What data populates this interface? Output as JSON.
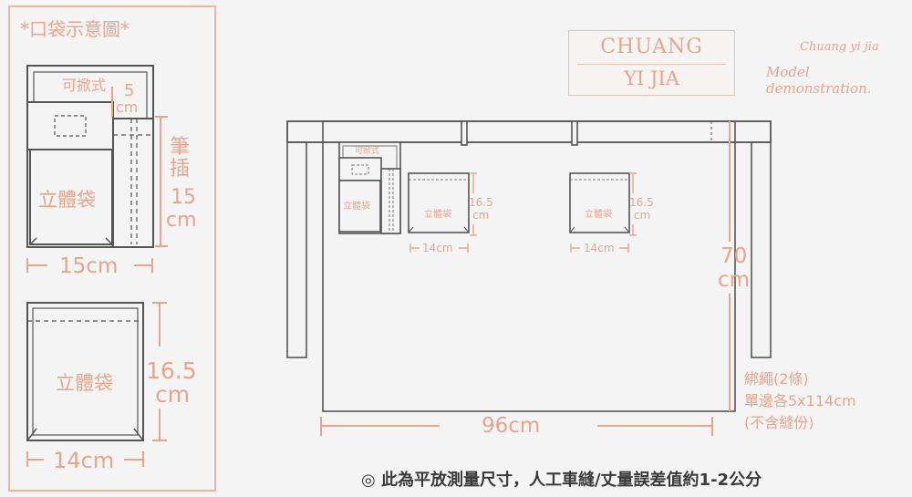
{
  "legend": {
    "title": "*口袋示意圖*",
    "flap_label": "可掀式",
    "flap_dim": "5",
    "flap_dim_unit": "cm",
    "pen_label": "筆",
    "pen_label2": "插",
    "pen_dim": "15",
    "pen_unit": "cm",
    "pocket1_label": "立體袋",
    "pocket1_width": "15cm",
    "pocket2_label": "立體袋",
    "pocket2_height": "16.5",
    "pocket2_height_unit": "cm",
    "pocket2_width": "14cm"
  },
  "logo": {
    "line1": "CHUANG",
    "line2": "YI JIA",
    "caption1": "Chuang yi jia",
    "caption2": "Model demonstration."
  },
  "apron": {
    "flap_label": "可掀式",
    "left_pocket_label": "立體袋",
    "mid_pocket_label": "立體袋",
    "mid_pocket_height": "16.5",
    "mid_pocket_height_unit": "cm",
    "mid_pocket_width": "14cm",
    "right_pocket_label": "立體袋",
    "right_pocket_height": "16.5",
    "right_pocket_height_unit": "cm",
    "right_pocket_width": "14cm",
    "length_value": "70",
    "length_unit": "cm",
    "width_value": "96cm",
    "tie_line1": "綁繩(2條)",
    "tie_line2": "單邊各5x114cm",
    "tie_line3": "(不含縫份)"
  },
  "footer": {
    "note": "◎ 此為平放測量尺寸，人工車縫/丈量誤差值約1-2公分"
  },
  "colors": {
    "accent": "#e9a58c",
    "line": "#555555",
    "background": "#f4f4f4"
  }
}
